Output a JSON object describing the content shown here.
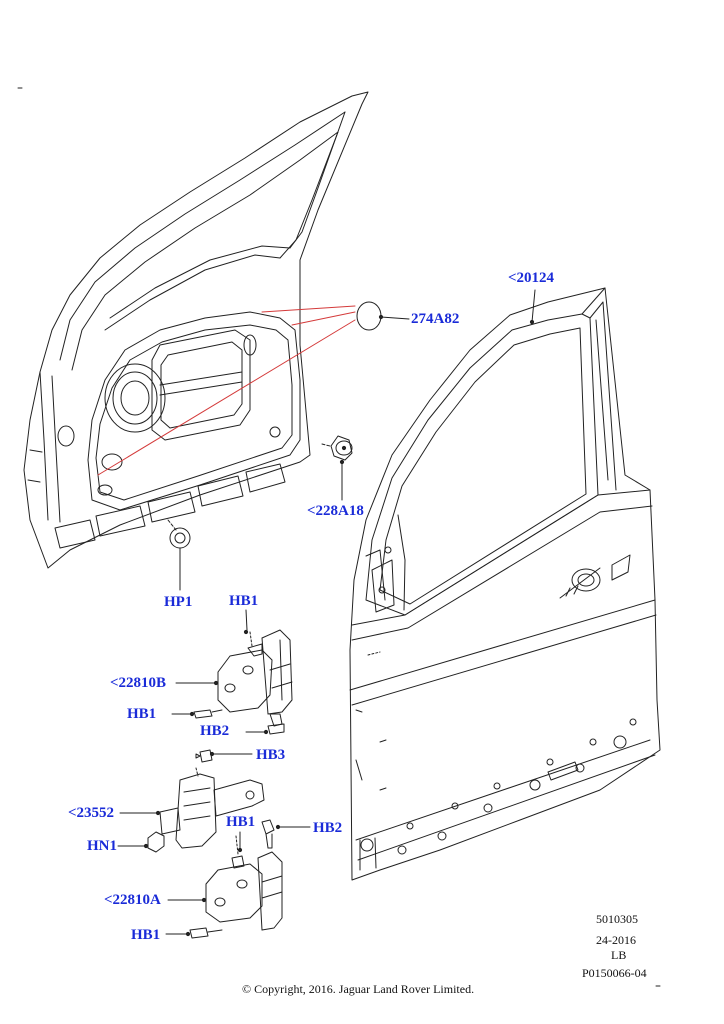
{
  "callouts": {
    "c274a82": "274A82",
    "c20124": "<20124",
    "c228a18": "<228A18",
    "hp1": "HP1",
    "hb1_top": "HB1",
    "c22810b": "<22810B",
    "hb1_left": "HB1",
    "hb2_upper": "HB2",
    "hb3": "HB3",
    "c23552": "<23552",
    "hb1_mid": "HB1",
    "hb2_right": "HB2",
    "hn1": "HN1",
    "c22810a": "<22810A",
    "hb1_bottom": "HB1"
  },
  "meta": {
    "code": "5010305",
    "date": "24-2016",
    "lang": "LB",
    "plate": "P0150066-04"
  },
  "copyright": "© Copyright, 2016. Jaguar Land Rover Limited.",
  "colors": {
    "callout": "#1a2bd8",
    "line": "#111111",
    "leader_red": "#d43a3a"
  }
}
